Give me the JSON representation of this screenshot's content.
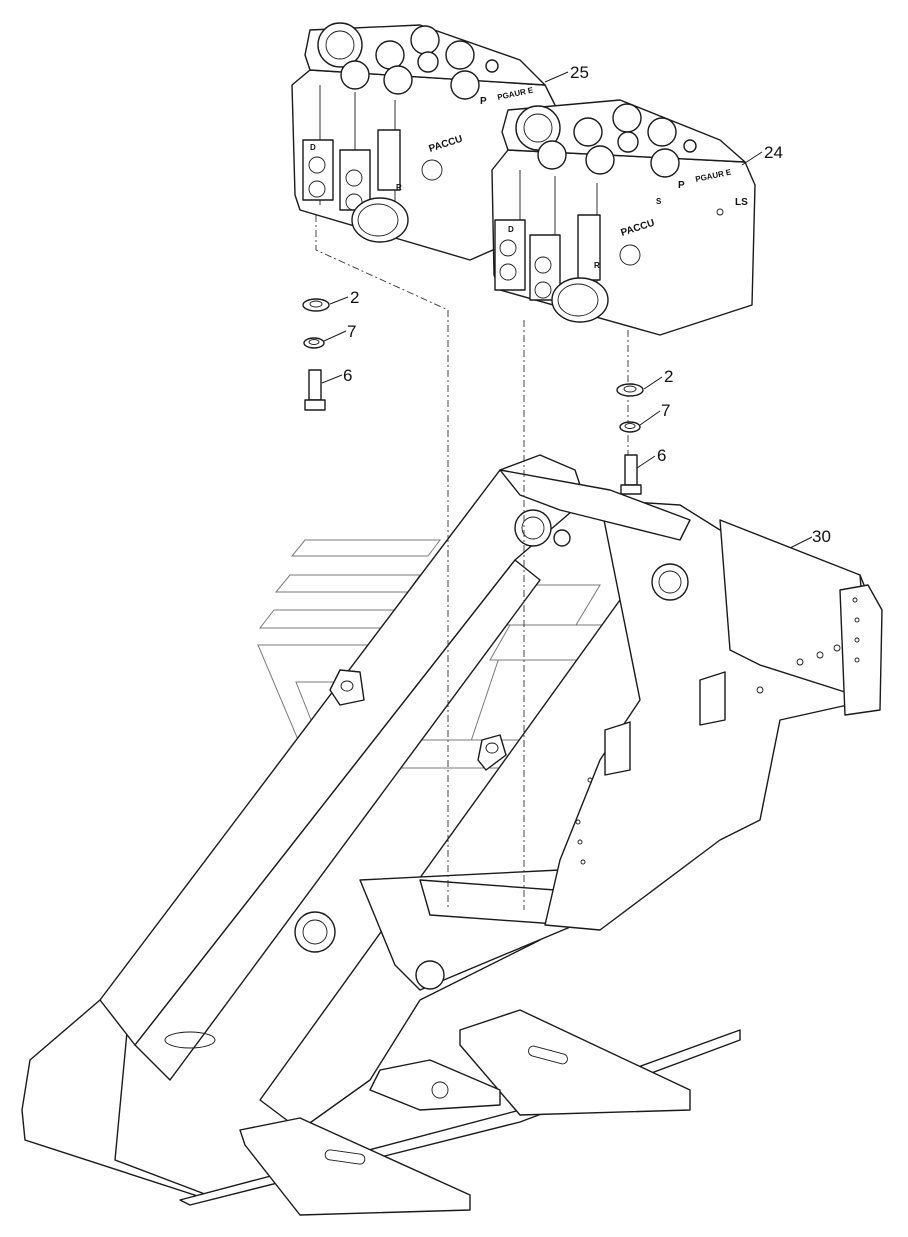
{
  "diagram": {
    "callouts": [
      {
        "id": "c25",
        "label": "25"
      },
      {
        "id": "c24",
        "label": "24"
      },
      {
        "id": "c2a",
        "label": "2"
      },
      {
        "id": "c7a",
        "label": "7"
      },
      {
        "id": "c6a",
        "label": "6"
      },
      {
        "id": "c2b",
        "label": "2"
      },
      {
        "id": "c7b",
        "label": "7"
      },
      {
        "id": "c6b",
        "label": "6"
      },
      {
        "id": "c30",
        "label": "30"
      }
    ],
    "valve_markings": {
      "p": "P",
      "p_gaure": "PGAUR E",
      "p_accu": "PACCU",
      "ls": "LS",
      "d": "D",
      "r": "R",
      "s": "S"
    }
  }
}
